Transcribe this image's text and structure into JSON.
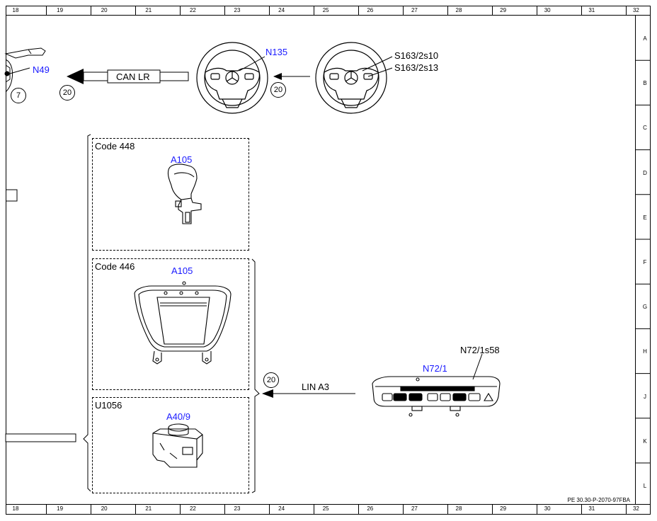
{
  "sheet": {
    "columns": [
      "18",
      "19",
      "20",
      "21",
      "22",
      "23",
      "24",
      "25",
      "26",
      "27",
      "28",
      "29",
      "30",
      "31",
      "32"
    ],
    "rows": [
      "A",
      "B",
      "C",
      "D",
      "E",
      "F",
      "G",
      "H",
      "J",
      "K",
      "L"
    ],
    "doc_id": "PE 30.30-P-2070-97FBA"
  },
  "components": {
    "n49": "N49",
    "n135": "N135",
    "s163_a": "S163/2s10",
    "s163_b": "S163/2s13",
    "a105_top": "A105",
    "a105_mid": "A105",
    "a40_9": "A40/9",
    "n72_1": "N72/1",
    "n72_1s58": "N72/1s58"
  },
  "codes": {
    "c448": "Code 448",
    "c446": "Code 446",
    "u1056": "U1056"
  },
  "buses": {
    "can": "CAN LR",
    "lin": "LIN A3"
  },
  "refs": {
    "r7": "7",
    "r20_a": "20",
    "r20_b": "20",
    "r20_c": "20"
  },
  "colors": {
    "component_label": "#1a1aff",
    "line": "#000000"
  }
}
